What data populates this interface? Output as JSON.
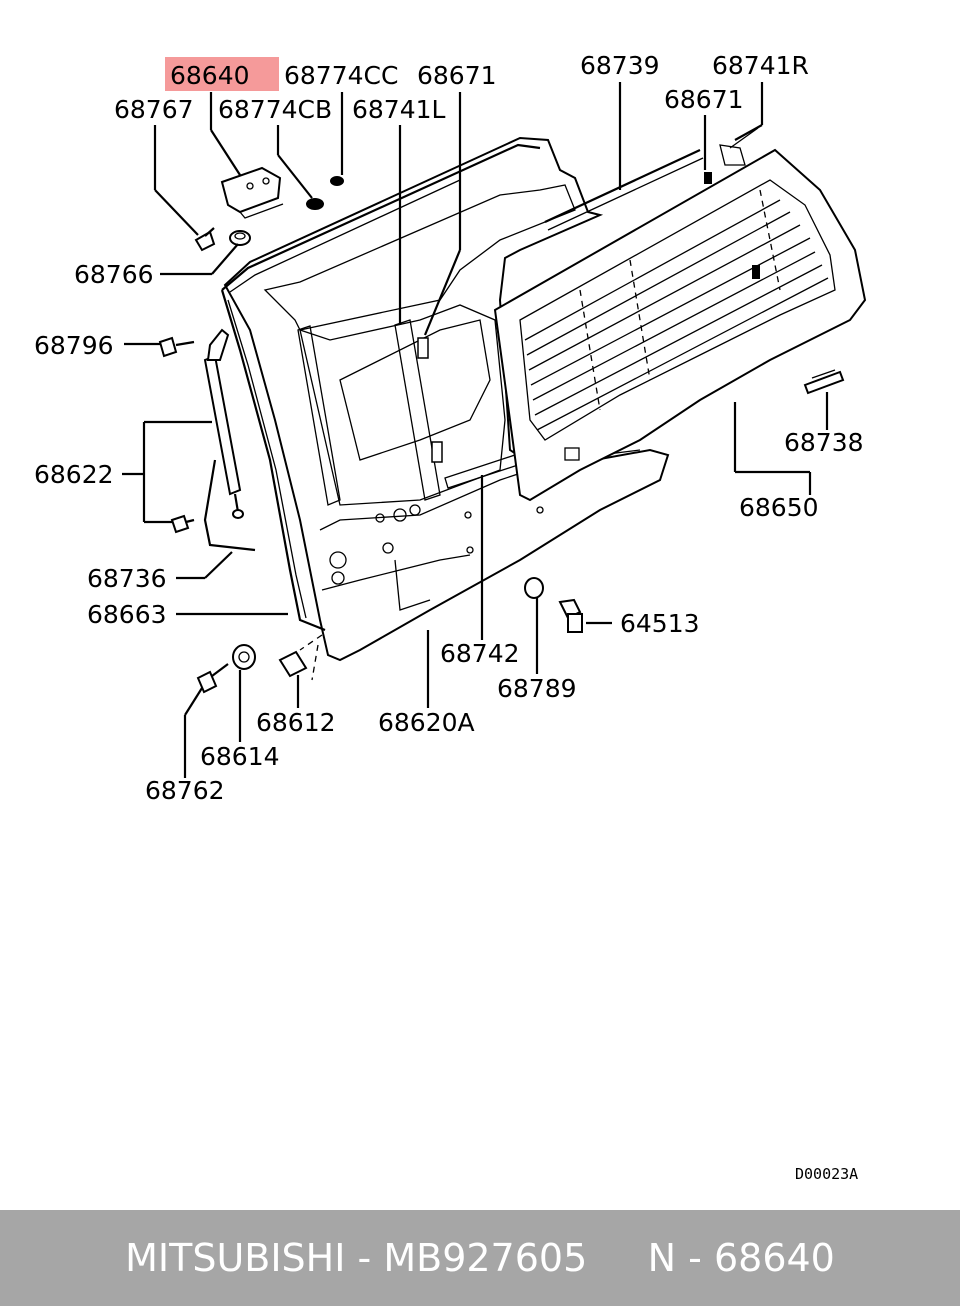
{
  "highlight_color": "#f59a9a",
  "parts": {
    "p68640": "68640",
    "p68774CC": "68774CC",
    "p68671a": "68671",
    "p68739": "68739",
    "p68741R": "68741R",
    "p68767": "68767",
    "p68774CB": "68774CB",
    "p68741L": "68741L",
    "p68671b": "68671",
    "p68766": "68766",
    "p68796": "68796",
    "p68622": "68622",
    "p68738": "68738",
    "p68650": "68650",
    "p68736": "68736",
    "p68663": "68663",
    "p64513": "64513",
    "p68742": "68742",
    "p68789": "68789",
    "p68612": "68612",
    "p68620A": "68620A",
    "p68614": "68614",
    "p68762": "68762"
  },
  "diagram_code": "D00023A",
  "footer": {
    "brand": "MITSUBISHI",
    "sep1": " - ",
    "part_number": "MB927605",
    "gap": "     ",
    "ref_prefix": "N - ",
    "ref_number": "68640"
  }
}
